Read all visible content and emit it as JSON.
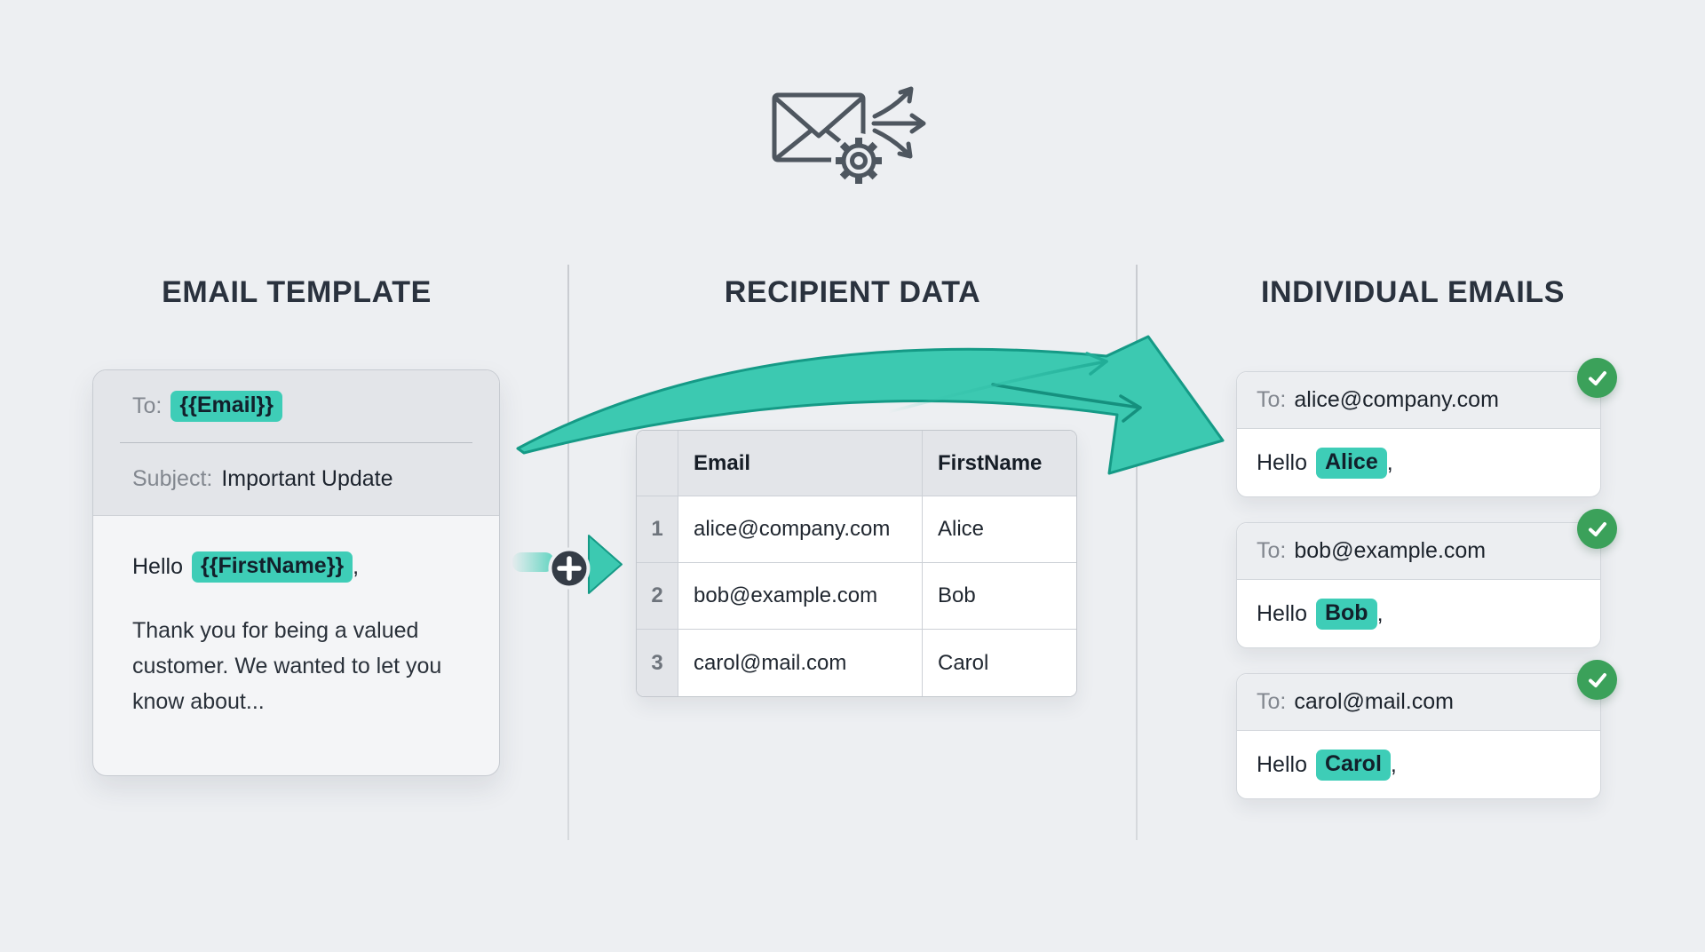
{
  "sections": {
    "template": {
      "title": "EMAIL TEMPLATE"
    },
    "recipients": {
      "title": "RECIPIENT DATA"
    },
    "individual": {
      "title": "INDIVIDUAL EMAILS"
    }
  },
  "template_card": {
    "to_label": "To:",
    "to_token": "{{Email}}",
    "subject_label": "Subject:",
    "subject_value": "Important Update",
    "greeting_prefix": "Hello",
    "greeting_token": "{{FirstName}}",
    "greeting_suffix": ",",
    "body_text": "Thank you for being a valued customer. We wanted to let you know about..."
  },
  "recipient_table": {
    "headers": {
      "email": "Email",
      "first_name": "FirstName"
    },
    "rows": [
      {
        "num": "1",
        "email": "alice@company.com",
        "first_name": "Alice"
      },
      {
        "num": "2",
        "email": "bob@example.com",
        "first_name": "Bob"
      },
      {
        "num": "3",
        "email": "carol@mail.com",
        "first_name": "Carol"
      }
    ]
  },
  "individual_emails": [
    {
      "to_label": "To:",
      "to_value": "alice@company.com",
      "greeting_prefix": "Hello",
      "name": "Alice",
      "greeting_suffix": ","
    },
    {
      "to_label": "To:",
      "to_value": "bob@example.com",
      "greeting_prefix": "Hello",
      "name": "Bob",
      "greeting_suffix": ","
    },
    {
      "to_label": "To:",
      "to_value": "carol@mail.com",
      "greeting_prefix": "Hello",
      "name": "Carol",
      "greeting_suffix": ","
    }
  ],
  "colors": {
    "background": "#edeff2",
    "heading": "#2a323e",
    "highlight_teal": "#3ecdb7",
    "arrow_teal_fill": "#3cc9b1",
    "arrow_teal_stroke": "#159a86",
    "success_green": "#3ba15a",
    "plus_badge_dark": "#353c46",
    "icon_gray": "#4e565f"
  }
}
